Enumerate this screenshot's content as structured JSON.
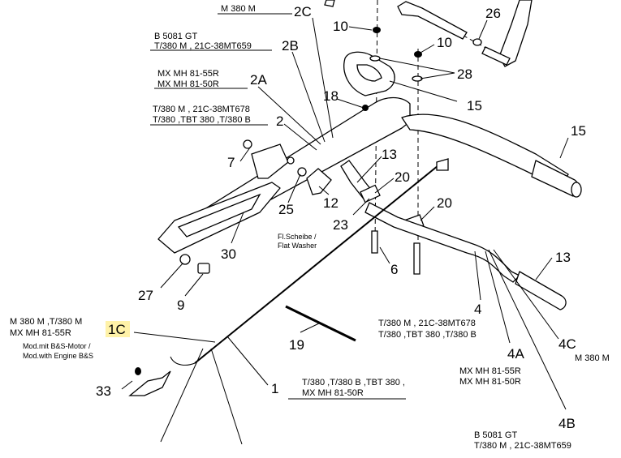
{
  "callouts": {
    "n1": "1",
    "n1C": "1C",
    "n2": "2",
    "n2A": "2A",
    "n2B": "2B",
    "n2C": "2C",
    "n4": "4",
    "n4A": "4A",
    "n4B": "4B",
    "n4C": "4C",
    "n6": "6",
    "n7": "7",
    "n9": "9",
    "n10a": "10",
    "n10b": "10",
    "n12": "12",
    "n13a": "13",
    "n13b": "13",
    "n15a": "15",
    "n15b": "15",
    "n18": "18",
    "n19": "19",
    "n20a": "20",
    "n20b": "20",
    "n23": "23",
    "n25": "25",
    "n26": "26",
    "n27": "27",
    "n28": "28",
    "n30": "30",
    "n33": "33"
  },
  "labels": {
    "l2C": "M 380 M",
    "l2B_1": "B 5081 GT",
    "l2B_2": "T/380 M , 21C-38MT659",
    "l2A_1": "MX MH 81-55R",
    "l2A_2": "MX MH 81-50R",
    "l2_1": "T/380 M , 21C-38MT678",
    "l2_2": "T/380 ,TBT 380 ,T/380 B",
    "l1C_1": "M 380 M ,T/380 M",
    "l1C_2": "MX MH 81-55R",
    "l1C_3": "Mod.mit B&S-Motor /",
    "l1C_4": "Mod.with Engine B&S",
    "l1_1": "T/380 ,T/380 B ,TBT 380 ,",
    "l1_2": "MX MH 81-50R",
    "l4_1": "T/380 M , 21C-38MT678",
    "l4_2": "T/380 ,TBT 380 ,T/380 B",
    "l4A_1": "MX MH 81-55R",
    "l4A_2": "MX MH 81-50R",
    "l4C": "M 380 M",
    "l4B_1": "B 5081 GT",
    "l4B_2": "T/380 M , 21C-38MT659",
    "washer_1": "Fl.Scheibe /",
    "washer_2": "Flat Washer"
  },
  "colors": {
    "highlight": "#fff2a8",
    "ink": "#000000"
  }
}
